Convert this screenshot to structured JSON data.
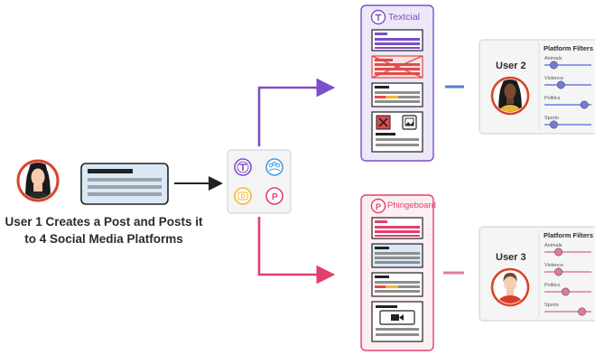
{
  "caption": {
    "line1": "User 1 Creates a Post and Posts it",
    "line2": "to 4 Social Media Platforms"
  },
  "platforms": {
    "textcial": {
      "name": "Textcial",
      "logo_letter": "T",
      "color": "#7b4fc9"
    },
    "phingeboard": {
      "name": "Phingeboard",
      "logo_letter": "P",
      "color": "#e0416b"
    }
  },
  "users": {
    "user2": {
      "label": "User 2",
      "panel_title": "Platform Filters",
      "accent": "#6f7be0",
      "filters": [
        {
          "label": "Animals",
          "level": 0.2
        },
        {
          "label": "Violence",
          "level": 0.35
        },
        {
          "label": "Politics",
          "level": 0.85
        },
        {
          "label": "Sports",
          "level": 0.2
        }
      ]
    },
    "user3": {
      "label": "User 3",
      "panel_title": "Platform Filters",
      "accent": "#e07b9a",
      "filters": [
        {
          "label": "Animals",
          "level": 0.3
        },
        {
          "label": "Violence",
          "level": 0.3
        },
        {
          "label": "Politics",
          "level": 0.45
        },
        {
          "label": "Sports",
          "level": 0.8
        }
      ]
    }
  },
  "hub_icons": [
    "textcial-logo-icon",
    "community-icon",
    "photo-app-icon",
    "phingeboard-logo-icon"
  ],
  "colors": {
    "purple_arrow": "#7b4fc9",
    "pink_arrow": "#e0416b",
    "user1_border": "#d9442b",
    "connector_blue": "#4f82c9",
    "connector_pink": "#e07b9a"
  }
}
